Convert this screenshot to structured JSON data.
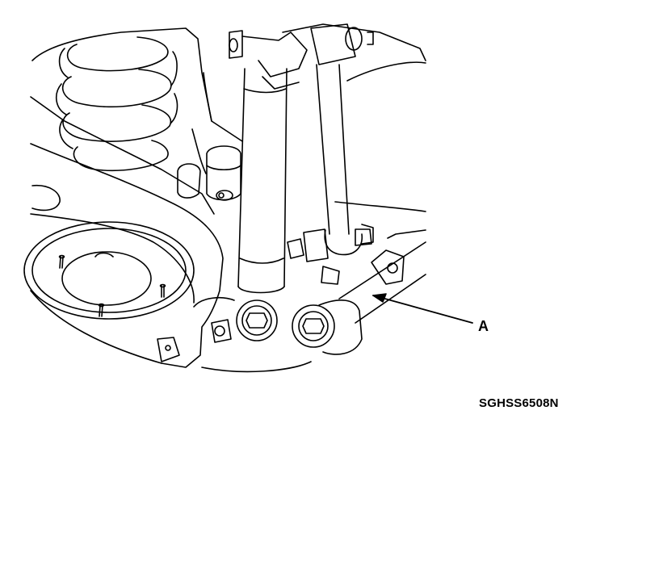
{
  "diagram": {
    "callout_label": "A",
    "figure_code": "SGHSS6508N",
    "colors": {
      "line": "#000000",
      "background": "#ffffff"
    },
    "components": [
      "coil-spring",
      "lower-control-arm",
      "shock-absorber",
      "trailing-link",
      "control-arm-bushing",
      "stabilizer-bar",
      "hub-bolt"
    ]
  }
}
